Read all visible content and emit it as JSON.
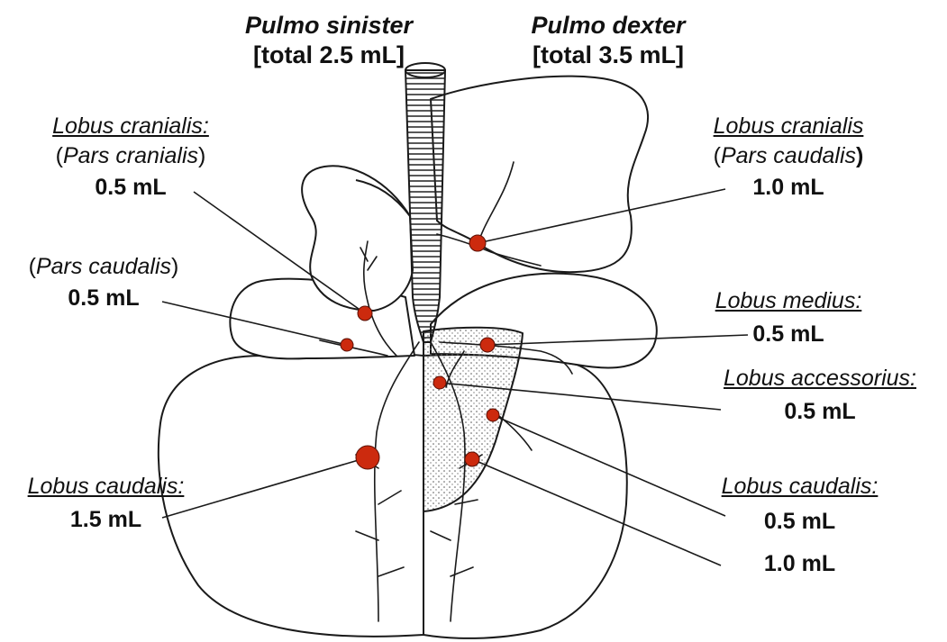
{
  "headers": {
    "left": {
      "name": "Pulmo sinister",
      "total": "[total 2.5 mL]"
    },
    "right": {
      "name": "Pulmo dexter",
      "total": "[total 3.5 mL]"
    }
  },
  "labels": {
    "left_cranialis": {
      "lobe": "Lobus cranialis:",
      "open": "(",
      "pars": "Pars cranialis",
      "close": ")",
      "volume": "0.5 mL"
    },
    "left_pars_caudalis": {
      "open": "(",
      "pars": "Pars caudalis",
      "close": ")",
      "volume": "0.5 mL"
    },
    "left_caudalis": {
      "lobe": "Lobus caudalis:",
      "volume": "1.5 mL"
    },
    "right_cranialis": {
      "lobe": "Lobus cranialis",
      "open": "(",
      "pars": "Pars caudalis",
      "close": ")",
      "volume": "1.0 mL"
    },
    "right_medius": {
      "lobe": "Lobus medius:",
      "volume": "0.5 mL"
    },
    "right_accessorius": {
      "lobe": "Lobus accessorius:",
      "volume": "0.5 mL"
    },
    "right_caudalis": {
      "lobe": "Lobus caudalis:",
      "volume_a": "0.5 mL",
      "volume_b": "1.0 mL"
    }
  },
  "colors": {
    "injection_dot": "#cc2a0e",
    "outline": "#1a1a1a",
    "accessory_stipple": "#9a9a9a"
  }
}
